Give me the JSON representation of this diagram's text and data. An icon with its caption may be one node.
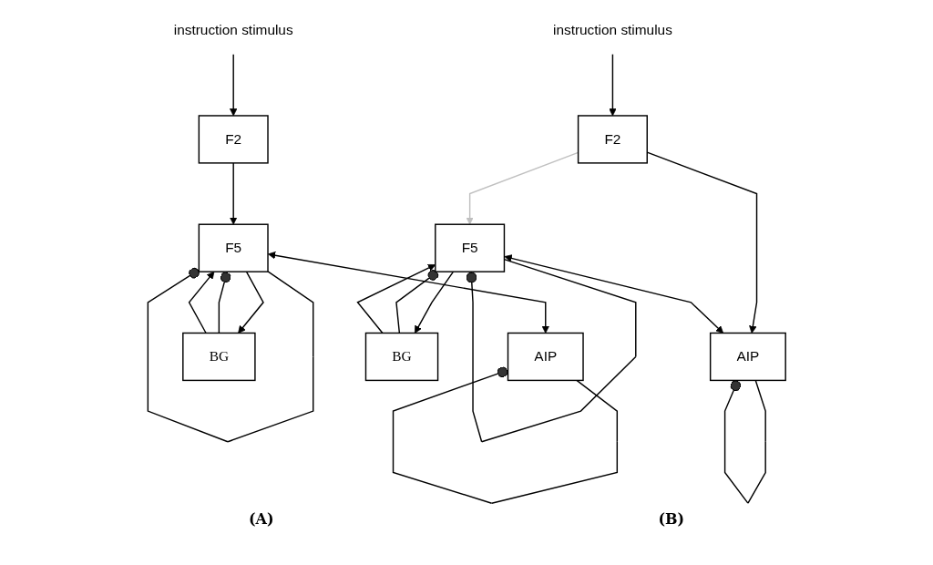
{
  "diagram": {
    "nodes": [
      {
        "text": [
          "F2"
        ]
      },
      {
        "text": [
          "instruction stimulus"
        ]
      },
      {
        "text": [
          "F5"
        ]
      },
      {
        "text": [
          "AIP"
        ]
      },
      {
        "text": [
          "BG"
        ]
      },
      {
        "text": [
          "F2"
        ]
      },
      {
        "text": [
          "instruction stimulus"
        ]
      },
      {
        "text": [
          "F5"
        ]
      },
      {
        "text": [
          "AIP"
        ]
      },
      {
        "text": [
          "BG"
        ]
      }
    ],
    "edges": [
      {
        "from": 1,
        "to": 0,
        "arrow": "to"
      },
      {
        "from": 2,
        "to": 2,
        "arrow": "other"
      },
      {
        "from": 3,
        "to": 3,
        "arrow": "other"
      },
      {
        "from": 0,
        "to": 2,
        "arrow": "to"
      },
      {
        "from": 2,
        "to": 3,
        "arrow": "both"
      },
      {
        "from": 2,
        "to": 4,
        "arrow": "to"
      },
      {
        "from": 4,
        "to": 2,
        "arrow": "other"
      },
      {
        "from": 4,
        "to": 2,
        "arrow": "to"
      },
      {
        "from": 6,
        "to": 5,
        "arrow": "to"
      },
      {
        "from": 7,
        "to": 7,
        "arrow": "other"
      },
      {
        "from": 8,
        "to": 8,
        "arrow": "other"
      },
      {
        "from": 5,
        "to": 7,
        "arrow": "to",
        "color": "#c0c0c0"
      },
      {
        "from": 5,
        "to": 8,
        "arrow": "to"
      },
      {
        "from": 7,
        "to": 8,
        "arrow": "both"
      },
      {
        "from": 7,
        "to": 9,
        "arrow": "to"
      },
      {
        "from": 9,
        "to": 7,
        "arrow": "other"
      },
      {
        "from": 9,
        "to": 7,
        "arrow": "to"
      }
    ],
    "labels": [
      "(A)",
      "(B)"
    ]
  }
}
